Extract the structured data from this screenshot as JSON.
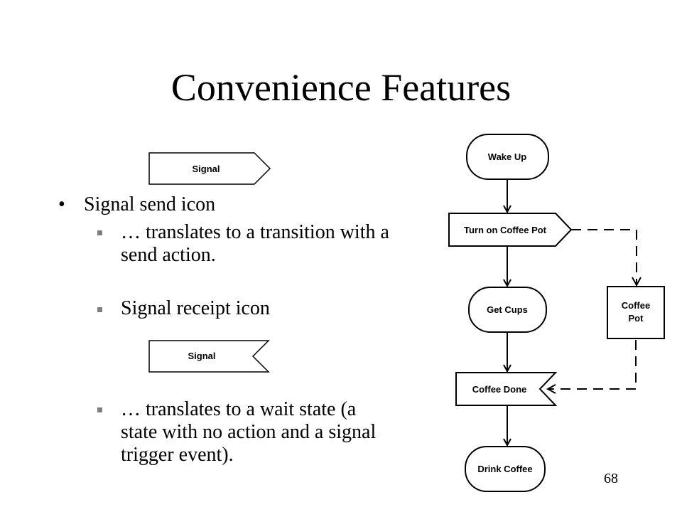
{
  "title": "Convenience Features",
  "bullets": {
    "main": "Signal send icon",
    "sub1": "… translates to a transition with a send action.",
    "sub1_line1": "… translates to a transition with a",
    "sub1_line2": "send action.",
    "sub2": "Signal receipt icon",
    "sub3_line1": "… translates to a wait state (a",
    "sub3_line2": "state with no action and a signal",
    "sub3_line3": "trigger event)."
  },
  "icons": {
    "send_label": "Signal",
    "receipt_label": "Signal"
  },
  "diagram": {
    "wake_up": "Wake Up",
    "turn_on": "Turn on Coffee Pot",
    "get_cups": "Get Cups",
    "coffee_pot_line1": "Coffee",
    "coffee_pot_line2": "Pot",
    "coffee_done": "Coffee Done",
    "drink_coffee": "Drink Coffee"
  },
  "page_number": "68"
}
